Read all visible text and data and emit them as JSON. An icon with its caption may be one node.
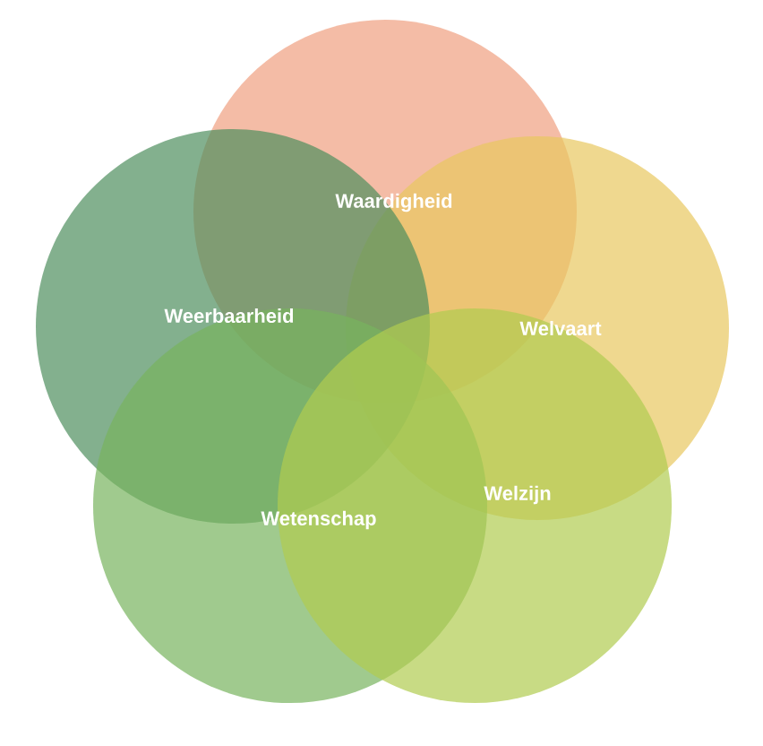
{
  "diagram": {
    "nodes": [
      {
        "text": [
          "Waardigheid"
        ]
      },
      {
        "text": [
          "Welvaart"
        ]
      },
      {
        "text": [
          "Weerbaarheid"
        ]
      },
      {
        "text": [
          "Wetenschap"
        ]
      },
      {
        "text": [
          "Welzijn"
        ]
      }
    ]
  }
}
